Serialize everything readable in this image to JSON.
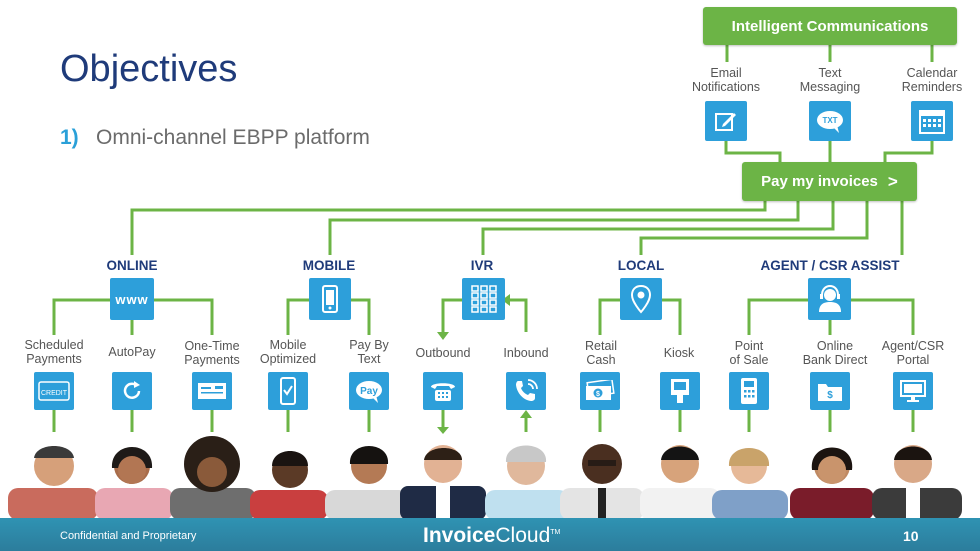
{
  "slide": {
    "title": "Objectives",
    "objective_number": "1)",
    "objective_text": "Omni-channel EBPP platform"
  },
  "intelligent_communications": {
    "label": "Intelligent Communications",
    "items": [
      {
        "label": "Email\nNotifications",
        "icon": "email-edit-icon"
      },
      {
        "label": "Text\nMessaging",
        "icon": "txt-bubble-icon",
        "icon_text": "TXT"
      },
      {
        "label": "Calendar\nReminders",
        "icon": "calendar-icon"
      }
    ]
  },
  "pay_hub": {
    "label": "Pay my invoices",
    "chevron": ">"
  },
  "channels": [
    {
      "name": "ONLINE",
      "icon": "www-icon",
      "icon_text": "www",
      "items": [
        {
          "label": "Scheduled\nPayments",
          "icon": "credit-card-icon",
          "icon_text": "CREDIT"
        },
        {
          "label": "AutoPay",
          "icon": "refresh-icon"
        },
        {
          "label": "One-Time\nPayments",
          "icon": "check-icon"
        }
      ]
    },
    {
      "name": "MOBILE",
      "icon": "smartphone-icon",
      "items": [
        {
          "label": "Mobile\nOptimized",
          "icon": "phone-check-icon"
        },
        {
          "label": "Pay By\nText",
          "icon": "pay-bubble-icon",
          "icon_text": "Pay"
        }
      ]
    },
    {
      "name": "IVR",
      "icon": "keypad-icon",
      "items": [
        {
          "label": "Outbound",
          "icon": "desk-phone-icon"
        },
        {
          "label": "Inbound",
          "icon": "ringing-phone-icon"
        }
      ]
    },
    {
      "name": "LOCAL",
      "icon": "map-pin-icon",
      "items": [
        {
          "label": "Retail\nCash",
          "icon": "cash-icon"
        },
        {
          "label": "Kiosk",
          "icon": "kiosk-icon"
        }
      ]
    },
    {
      "name": "AGENT / CSR ASSIST",
      "icon": "headset-agent-icon",
      "items": [
        {
          "label": "Point\nof Sale",
          "icon": "pos-terminal-icon"
        },
        {
          "label": "Online\nBank Direct",
          "icon": "bank-folder-icon",
          "icon_text": "$"
        },
        {
          "label": "Agent/CSR\nPortal",
          "icon": "monitor-icon"
        }
      ]
    }
  ],
  "footer": {
    "left": "Confidential and Proprietary",
    "logo_bold": "Invoice",
    "logo_light": "Cloud",
    "logo_tm": "TM",
    "page": "10"
  },
  "colors": {
    "green": "#6cb446",
    "blue": "#2d9fda",
    "navy": "#1f3b7a",
    "footer": "#2f8aa8"
  }
}
